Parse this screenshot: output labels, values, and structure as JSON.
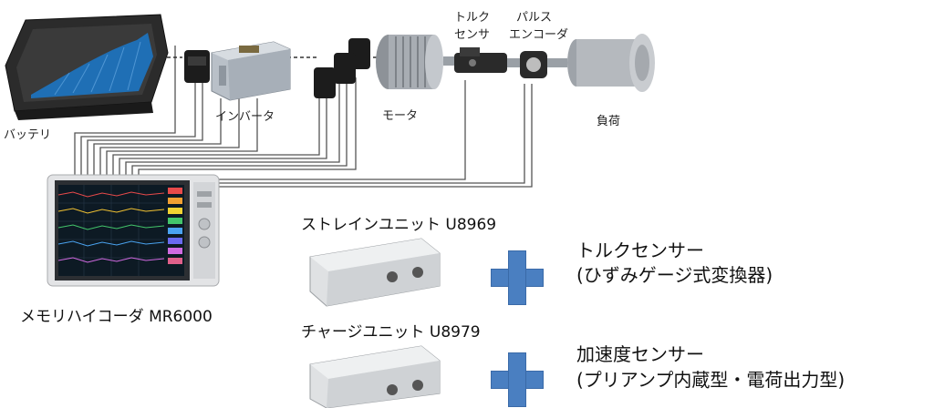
{
  "labels": {
    "battery": "バッテリ",
    "inverter": "インバータ",
    "motor": "モータ",
    "torque_sensor_line1": "トルク",
    "torque_sensor_line2": "センサ",
    "pulse_encoder_line1": "パルス",
    "pulse_encoder_line2": "エンコーダ",
    "load": "負荷",
    "recorder": "メモリハイコーダ MR6000"
  },
  "modules": [
    {
      "title": "ストレインユニット U8969",
      "sensor_line1": "トルクセンサー",
      "sensor_line2": "(ひずみゲージ式変換器)"
    },
    {
      "title": "チャージユニット U8979",
      "sensor_line1": "加速度センサー",
      "sensor_line2": "(プリアンプ内蔵型・電荷出力型)"
    }
  ],
  "colors": {
    "plus": "#4a7fc1",
    "battery_cells": "#1f6fb5",
    "wire": "#555555",
    "chart_screen": "#0d1a24"
  }
}
